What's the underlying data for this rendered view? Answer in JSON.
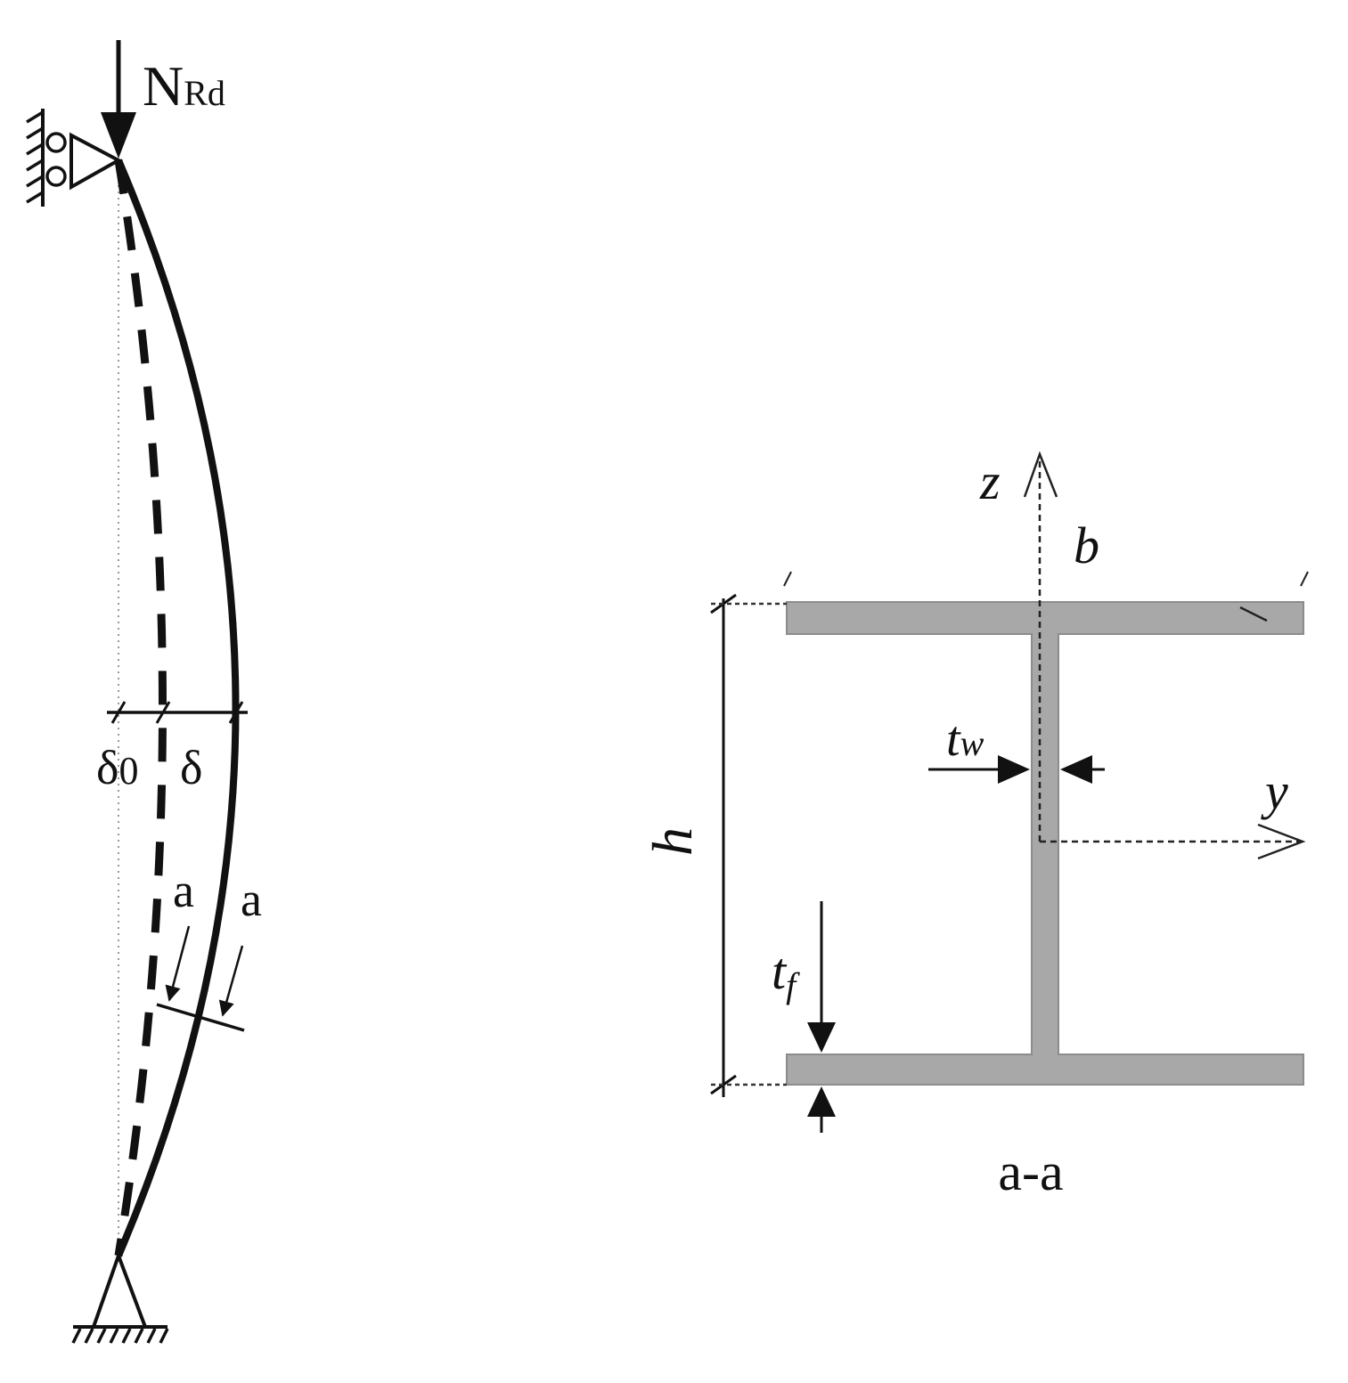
{
  "column": {
    "load": {
      "symbol": "N",
      "subscript": "Rd"
    },
    "initial_imperfection": {
      "symbol": "δ",
      "subscript": "0"
    },
    "deflection": "δ",
    "section_marks": [
      "a",
      "a"
    ]
  },
  "cross_section": {
    "axes": {
      "vertical": "z",
      "horizontal": "y"
    },
    "flange_width": "b",
    "height": "h",
    "web_thickness": {
      "symbol": "t",
      "subscript": "w"
    },
    "flange_thickness": {
      "symbol": "t",
      "subscript": "f"
    },
    "title": "a-a",
    "fill_color": "#a8a8a8"
  }
}
